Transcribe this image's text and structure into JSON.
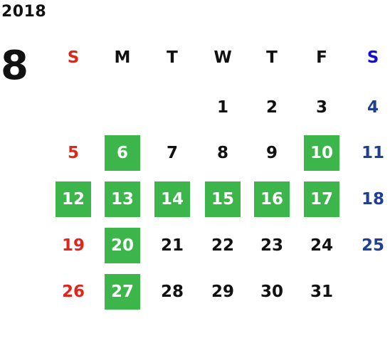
{
  "calendar": {
    "year": "2018",
    "month": "8",
    "weekdays": [
      {
        "label": "S",
        "type": "sun"
      },
      {
        "label": "M",
        "type": "weekday"
      },
      {
        "label": "T",
        "type": "weekday"
      },
      {
        "label": "W",
        "type": "weekday"
      },
      {
        "label": "T",
        "type": "weekday"
      },
      {
        "label": "F",
        "type": "weekday"
      },
      {
        "label": "S",
        "type": "sat"
      }
    ],
    "first_weekday_index": 3,
    "days_in_month": 31,
    "highlighted_days": [
      6,
      10,
      12,
      13,
      14,
      15,
      16,
      17,
      20,
      27
    ]
  },
  "colors": {
    "text": "#111111",
    "sunday": "#e0251b",
    "saturday": "#1f3f95",
    "saturday_header": "#1010d0",
    "highlight_bg": "#3cb54a",
    "highlight_text": "#ffffff"
  }
}
